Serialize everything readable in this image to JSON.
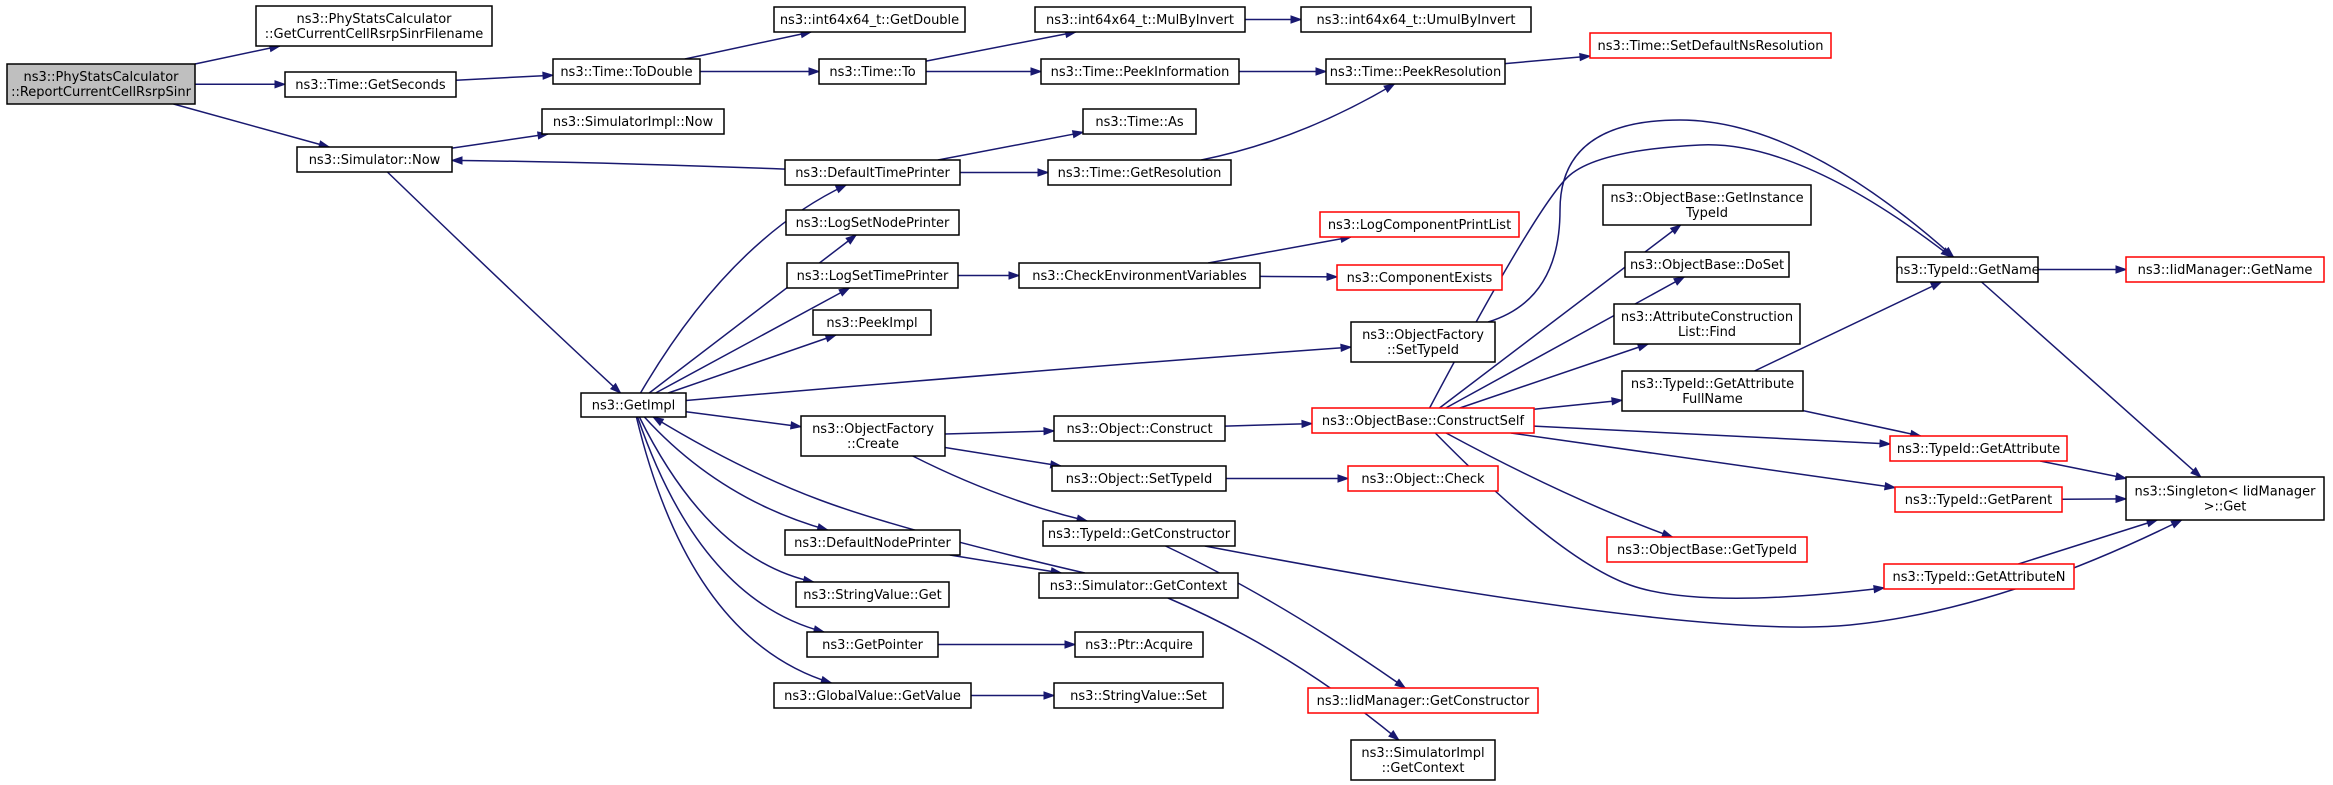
{
  "colors": {
    "edge": "#191970",
    "border": "#000000",
    "border_incomplete": "#ff0000",
    "root_fill": "#bfbfbf",
    "background": "#ffffff"
  },
  "nodes": [
    {
      "id": "report",
      "lines": [
        "ns3::PhyStatsCalculator",
        "::ReportCurrentCellRsrpSinr"
      ],
      "style": "root"
    },
    {
      "id": "getfilename",
      "lines": [
        "ns3::PhyStatsCalculator",
        "::GetCurrentCellRsrpSinrFilename"
      ],
      "style": "normal"
    },
    {
      "id": "getseconds",
      "lines": [
        "ns3::Time::GetSeconds"
      ],
      "style": "normal"
    },
    {
      "id": "simnow",
      "lines": [
        "ns3::Simulator::Now"
      ],
      "style": "normal"
    },
    {
      "id": "todouble",
      "lines": [
        "ns3::Time::ToDouble"
      ],
      "style": "normal"
    },
    {
      "id": "simimplnow",
      "lines": [
        "ns3::SimulatorImpl::Now"
      ],
      "style": "normal"
    },
    {
      "id": "getimpl",
      "lines": [
        "ns3::GetImpl"
      ],
      "style": "normal"
    },
    {
      "id": "int64getdouble",
      "lines": [
        "ns3::int64x64_t::GetDouble"
      ],
      "style": "normal"
    },
    {
      "id": "timeto",
      "lines": [
        "ns3::Time::To"
      ],
      "style": "normal"
    },
    {
      "id": "defaulttimeprinter",
      "lines": [
        "ns3::DefaultTimePrinter"
      ],
      "style": "normal"
    },
    {
      "id": "logsetnodeprinter",
      "lines": [
        "ns3::LogSetNodePrinter"
      ],
      "style": "normal"
    },
    {
      "id": "logsettimeprinter",
      "lines": [
        "ns3::LogSetTimePrinter"
      ],
      "style": "normal"
    },
    {
      "id": "peekimpl",
      "lines": [
        "ns3::PeekImpl"
      ],
      "style": "normal"
    },
    {
      "id": "ofcreate",
      "lines": [
        "ns3::ObjectFactory",
        "::Create"
      ],
      "style": "normal"
    },
    {
      "id": "defaultnodeprinter",
      "lines": [
        "ns3::DefaultNodePrinter"
      ],
      "style": "normal"
    },
    {
      "id": "stringvalueget",
      "lines": [
        "ns3::StringValue::Get"
      ],
      "style": "normal"
    },
    {
      "id": "getpointer",
      "lines": [
        "ns3::GetPointer"
      ],
      "style": "normal"
    },
    {
      "id": "globalvaluegetvalue",
      "lines": [
        "ns3::GlobalValue::GetValue"
      ],
      "style": "normal"
    },
    {
      "id": "mulbyinvert",
      "lines": [
        "ns3::int64x64_t::MulByInvert"
      ],
      "style": "normal"
    },
    {
      "id": "peekinfo",
      "lines": [
        "ns3::Time::PeekInformation"
      ],
      "style": "normal"
    },
    {
      "id": "timeas",
      "lines": [
        "ns3::Time::As"
      ],
      "style": "normal"
    },
    {
      "id": "getresolution",
      "lines": [
        "ns3::Time::GetResolution"
      ],
      "style": "normal"
    },
    {
      "id": "checkenv",
      "lines": [
        "ns3::CheckEnvironmentVariables"
      ],
      "style": "normal"
    },
    {
      "id": "objconstruct",
      "lines": [
        "ns3::Object::Construct"
      ],
      "style": "normal"
    },
    {
      "id": "objsettypeid",
      "lines": [
        "ns3::Object::SetTypeId"
      ],
      "style": "normal"
    },
    {
      "id": "typeidgetconstructor",
      "lines": [
        "ns3::TypeId::GetConstructor"
      ],
      "style": "normal"
    },
    {
      "id": "simgetcontext",
      "lines": [
        "ns3::Simulator::GetContext"
      ],
      "style": "normal"
    },
    {
      "id": "ptracquire",
      "lines": [
        "ns3::Ptr::Acquire"
      ],
      "style": "normal"
    },
    {
      "id": "stringvalueset",
      "lines": [
        "ns3::StringValue::Set"
      ],
      "style": "normal"
    },
    {
      "id": "umulbyinvert",
      "lines": [
        "ns3::int64x64_t::UmulByInvert"
      ],
      "style": "normal"
    },
    {
      "id": "peekresolution",
      "lines": [
        "ns3::Time::PeekResolution"
      ],
      "style": "normal"
    },
    {
      "id": "logcompprintlist",
      "lines": [
        "ns3::LogComponentPrintList"
      ],
      "style": "red"
    },
    {
      "id": "componentexists",
      "lines": [
        "ns3::ComponentExists"
      ],
      "style": "red"
    },
    {
      "id": "ofsettypeid",
      "lines": [
        "ns3::ObjectFactory",
        "::SetTypeId"
      ],
      "style": "normal"
    },
    {
      "id": "constructself",
      "lines": [
        "ns3::ObjectBase::ConstructSelf"
      ],
      "style": "red"
    },
    {
      "id": "objcheck",
      "lines": [
        "ns3::Object::Check"
      ],
      "style": "red"
    },
    {
      "id": "iidgetconstructor",
      "lines": [
        "ns3::IidManager::GetConstructor"
      ],
      "style": "red"
    },
    {
      "id": "simimplgetcontext",
      "lines": [
        "ns3::SimulatorImpl",
        "::GetContext"
      ],
      "style": "normal"
    },
    {
      "id": "setdefaultnsres",
      "lines": [
        "ns3::Time::SetDefaultNsResolution"
      ],
      "style": "red"
    },
    {
      "id": "getinstancetypeid",
      "lines": [
        "ns3::ObjectBase::GetInstance",
        "TypeId"
      ],
      "style": "normal"
    },
    {
      "id": "doset",
      "lines": [
        "ns3::ObjectBase::DoSet"
      ],
      "style": "normal"
    },
    {
      "id": "attrlistfind",
      "lines": [
        "ns3::AttributeConstruction",
        "List::Find"
      ],
      "style": "normal"
    },
    {
      "id": "getattrfullname",
      "lines": [
        "ns3::TypeId::GetAttribute",
        "FullName"
      ],
      "style": "normal"
    },
    {
      "id": "objbasegettypeid",
      "lines": [
        "ns3::ObjectBase::GetTypeId"
      ],
      "style": "red"
    },
    {
      "id": "typeidgetname",
      "lines": [
        "ns3::TypeId::GetName"
      ],
      "style": "normal"
    },
    {
      "id": "typeidgetattribute",
      "lines": [
        "ns3::TypeId::GetAttribute"
      ],
      "style": "red"
    },
    {
      "id": "typeidgetparent",
      "lines": [
        "ns3::TypeId::GetParent"
      ],
      "style": "red"
    },
    {
      "id": "typeidgetattributen",
      "lines": [
        "ns3::TypeId::GetAttributeN"
      ],
      "style": "red"
    },
    {
      "id": "iidgetname",
      "lines": [
        "ns3::IidManager::GetName"
      ],
      "style": "red"
    },
    {
      "id": "singletonget",
      "lines": [
        "ns3::Singleton< IidManager",
        " >::Get"
      ],
      "style": "normal"
    }
  ]
}
